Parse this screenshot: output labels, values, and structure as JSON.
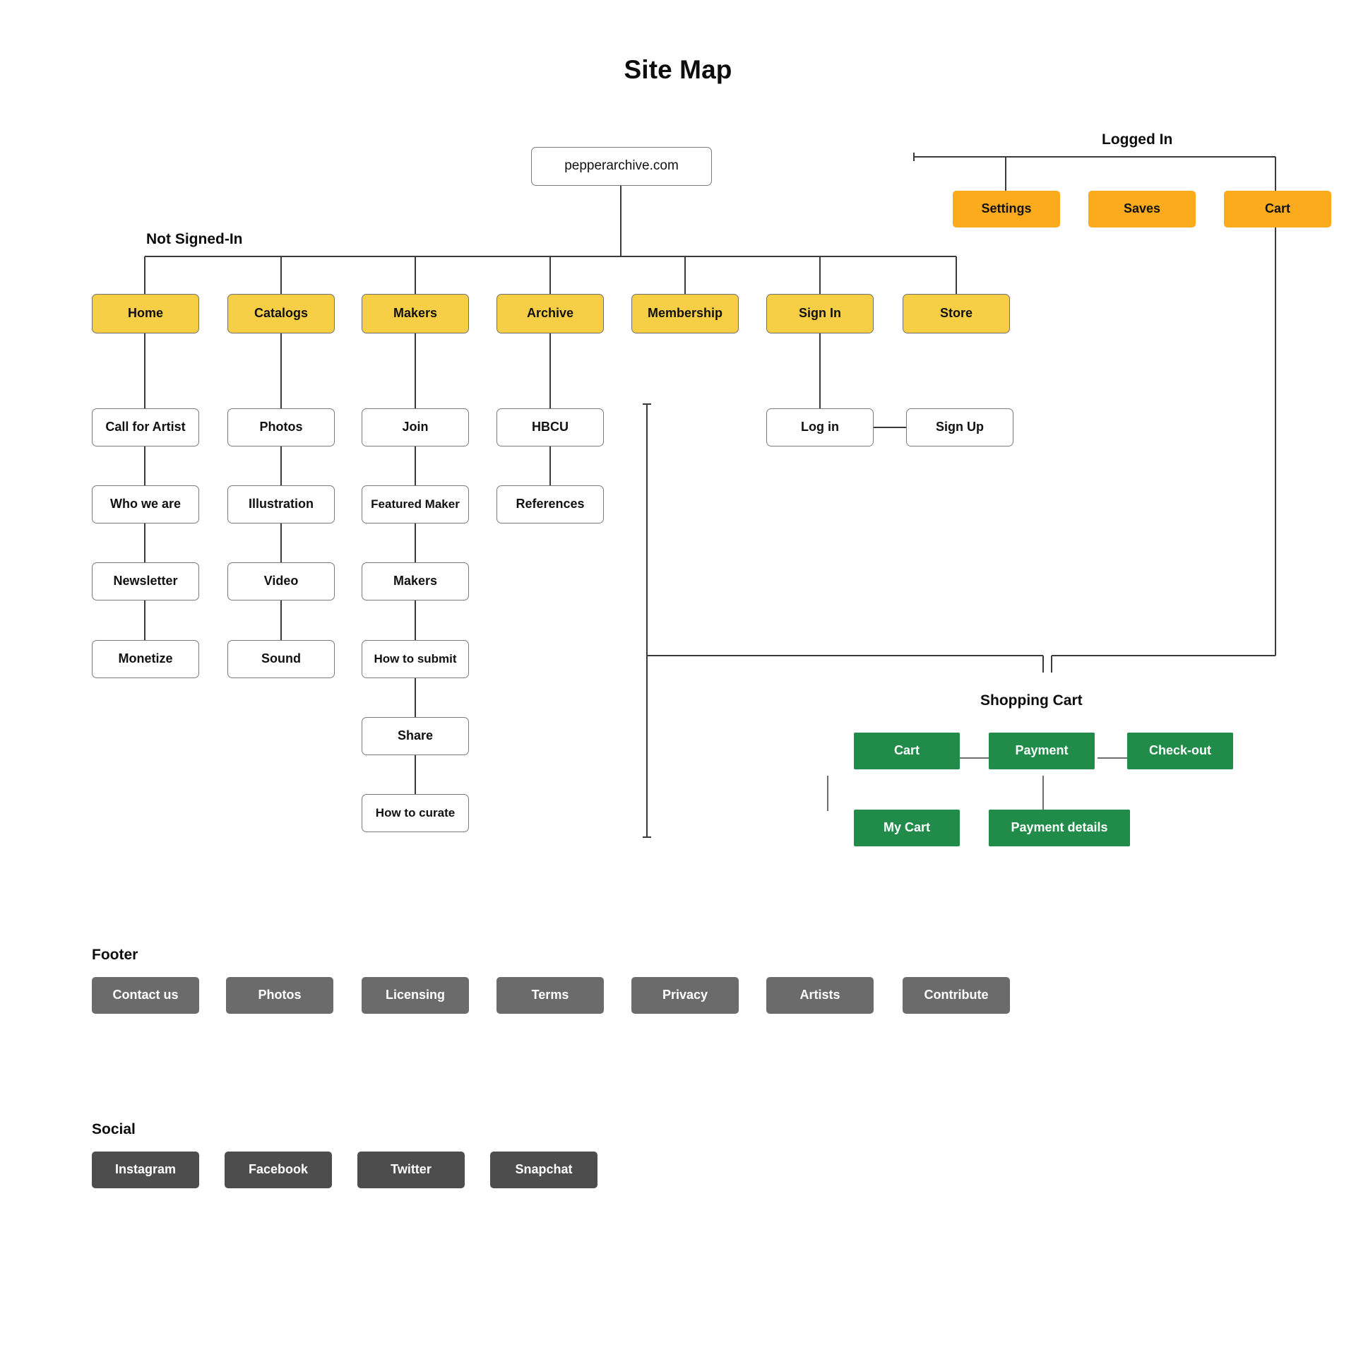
{
  "page": {
    "title": "Site Map"
  },
  "groups": {
    "not_signed_in": "Not Signed-In",
    "logged_in": "Logged In",
    "shopping_cart": "Shopping Cart",
    "footer": "Footer",
    "social": "Social"
  },
  "root": {
    "label": "pepperarchive.com"
  },
  "logged_in_nodes": [
    {
      "label": "Settings"
    },
    {
      "label": "Saves"
    },
    {
      "label": "Cart"
    }
  ],
  "primary_nav": [
    {
      "label": "Home"
    },
    {
      "label": "Catalogs"
    },
    {
      "label": "Makers"
    },
    {
      "label": "Archive"
    },
    {
      "label": "Membership"
    },
    {
      "label": "Sign In"
    },
    {
      "label": "Store"
    }
  ],
  "home_children": [
    {
      "label": "Call for Artist"
    },
    {
      "label": "Who we are"
    },
    {
      "label": "Newsletter"
    },
    {
      "label": "Monetize"
    }
  ],
  "catalogs_children": [
    {
      "label": "Photos"
    },
    {
      "label": "Illustration"
    },
    {
      "label": "Video"
    },
    {
      "label": "Sound"
    }
  ],
  "makers_children": [
    {
      "label": "Join"
    },
    {
      "label": "Featured Maker"
    },
    {
      "label": "Makers"
    },
    {
      "label": "How to submit"
    },
    {
      "label": "Share"
    },
    {
      "label": "How to curate"
    }
  ],
  "archive_children": [
    {
      "label": "HBCU"
    },
    {
      "label": "References"
    }
  ],
  "signin_children": [
    {
      "label": "Log in"
    },
    {
      "label": "Sign Up"
    }
  ],
  "cart_flow": [
    {
      "label": "Cart"
    },
    {
      "label": "Payment"
    },
    {
      "label": "Check-out"
    },
    {
      "label": "My Cart"
    },
    {
      "label": "Payment details"
    }
  ],
  "footer_links": [
    {
      "label": "Contact us"
    },
    {
      "label": "Photos"
    },
    {
      "label": "Licensing"
    },
    {
      "label": "Terms"
    },
    {
      "label": "Privacy"
    },
    {
      "label": "Artists"
    },
    {
      "label": "Contribute"
    }
  ],
  "social_links": [
    {
      "label": "Instagram"
    },
    {
      "label": "Facebook"
    },
    {
      "label": "Twitter"
    },
    {
      "label": "Snapchat"
    }
  ],
  "colors": {
    "primary_nav": "#f7cf46",
    "logged_in": "#fbab1b",
    "cart_flow": "#218c4a",
    "footer": "#6b6b6b",
    "social": "#4d4d4d",
    "connector": "#3a3a3a",
    "background": "#ffffff"
  }
}
